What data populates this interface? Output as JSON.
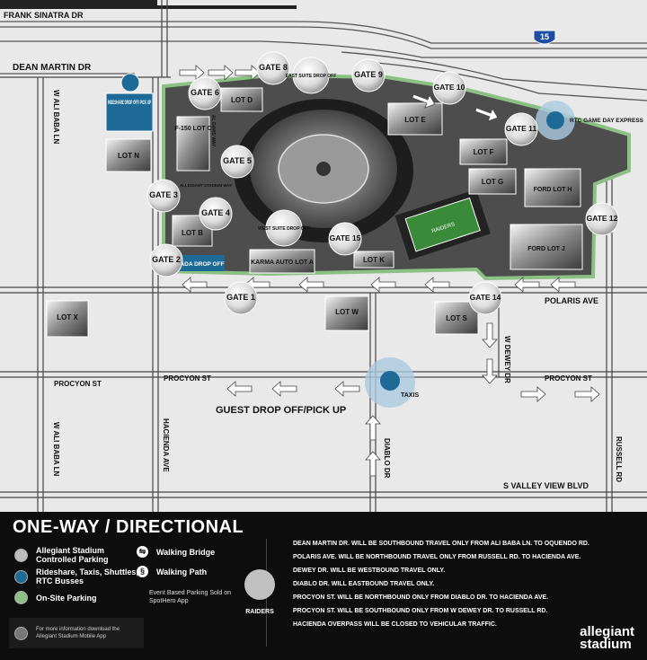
{
  "colors": {
    "road": "#ededed",
    "stadium_lot": "#5a5a5a",
    "onsite_green": "#8cc084",
    "blue_badge": "#1e6a96",
    "legend_bg": "#0d0d0d"
  },
  "roads": {
    "frank_sinatra": "FRANK SINATRA DR",
    "dean_martin": "DEAN MARTIN DR",
    "ali_baba_top": "W ALI BABA LN",
    "ali_baba_bottom": "W ALI BABA LN",
    "procyon_left": "PROCYON ST",
    "procyon_mid": "PROCYON ST",
    "procyon_right": "PROCYON ST",
    "polaris": "POLARIS AVE",
    "dewey": "W DEWEY DR",
    "hacienda": "HACIENDA AVE",
    "diablo": "DIABLO DR",
    "russell": "RUSSELL RD",
    "valley_view": "S VALLEY VIEW BLVD",
    "interstate": "15",
    "guest_drop": "GUEST DROP OFF/PICK UP"
  },
  "gates": {
    "g1": "GATE 1",
    "g2": "GATE 2",
    "g3": "GATE 3",
    "g4": "GATE 4",
    "g5": "GATE 5",
    "g6": "GATE 6",
    "g8": "GATE 8",
    "g9": "GATE 9",
    "g10": "GATE 10",
    "g11": "GATE 11",
    "g12": "GATE 12",
    "g14": "GATE 14",
    "g15": "GATE 15"
  },
  "labels": {
    "east_suite": "EAST SUITE DROP OFF",
    "west_suite": "WEST SUITE DROP OFF",
    "rideshare": "RIDESHARE DROP OFF/ PICK UP",
    "ada": "ADA DROP OFF",
    "rtc": "RTC GAME DAY EXPRESS",
    "taxis": "TAXIS",
    "al_davis": "AL DAVIS WAY",
    "stadium_way": "ALLEGIANT STADIUM WAY",
    "raiders_field": "RAIDERS"
  },
  "lots": {
    "d": "LOT D",
    "c": "F-150 LOT C",
    "e": "LOT E",
    "f": "LOT F",
    "g": "LOT G",
    "h": "FORD LOT H",
    "j": "FORD LOT J",
    "k": "LOT K",
    "a": "KARMA AUTO LOT A",
    "b": "LOT B",
    "n": "LOT N",
    "x": "LOT X",
    "w": "LOT W",
    "s": "LOT S"
  },
  "legend": {
    "title": "ONE-WAY / DIRECTIONAL",
    "items": [
      "Allegiant Stadium Controlled Parking",
      "Rideshare, Taxis, Shuttles, RTC Busses",
      "On-Site Parking"
    ],
    "walk_bridge": "Walking Bridge",
    "walk_path": "Walking Path",
    "note": "Event Based Parking Sold on SpotHero App",
    "app": "For more information download the Allegiant Stadium Mobile App",
    "rules": [
      "DEAN MARTIN DR. WILL BE SOUTHBOUND TRAVEL ONLY FROM ALI BABA LN. TO OQUENDO RD.",
      "POLARIS AVE. WILL BE NORTHBOUND TRAVEL ONLY FROM RUSSELL RD. TO HACIENDA AVE.",
      "DEWEY DR. WILL BE WESTBOUND TRAVEL ONLY.",
      "DIABLO DR. WILL EASTBOUND TRAVEL ONLY.",
      "PROCYON ST. WILL BE NORTHBOUND ONLY FROM DIABLO DR. TO HACIENDA AVE.",
      "PROCYON ST. WILL BE SOUTHBOUND ONLY FROM W DEWEY DR. TO RUSSELL RD.",
      "HACIENDA OVERPASS WILL BE CLOSED TO VEHICULAR TRAFFIC."
    ],
    "brand_1": "allegiant",
    "brand_2": "stadium",
    "raiders": "RAIDERS"
  }
}
